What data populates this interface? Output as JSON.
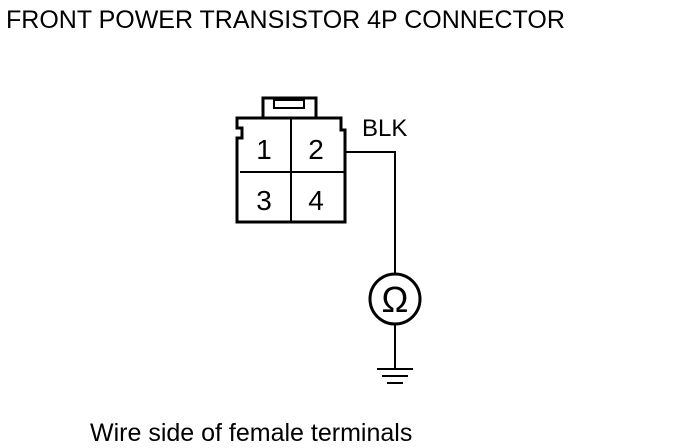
{
  "diagram": {
    "title": "FRONT POWER TRANSISTOR 4P CONNECTOR",
    "caption": "Wire side of female terminals",
    "wire_color_label": "BLK",
    "ohmmeter_symbol": "Ω",
    "connector": {
      "terminals": [
        "1",
        "2",
        "3",
        "4"
      ],
      "wired_terminal": "2"
    },
    "icons": {
      "meter": "ohmmeter-icon",
      "ground": "ground-icon"
    },
    "colors": {
      "line": "#000000",
      "background": "#ffffff"
    }
  }
}
